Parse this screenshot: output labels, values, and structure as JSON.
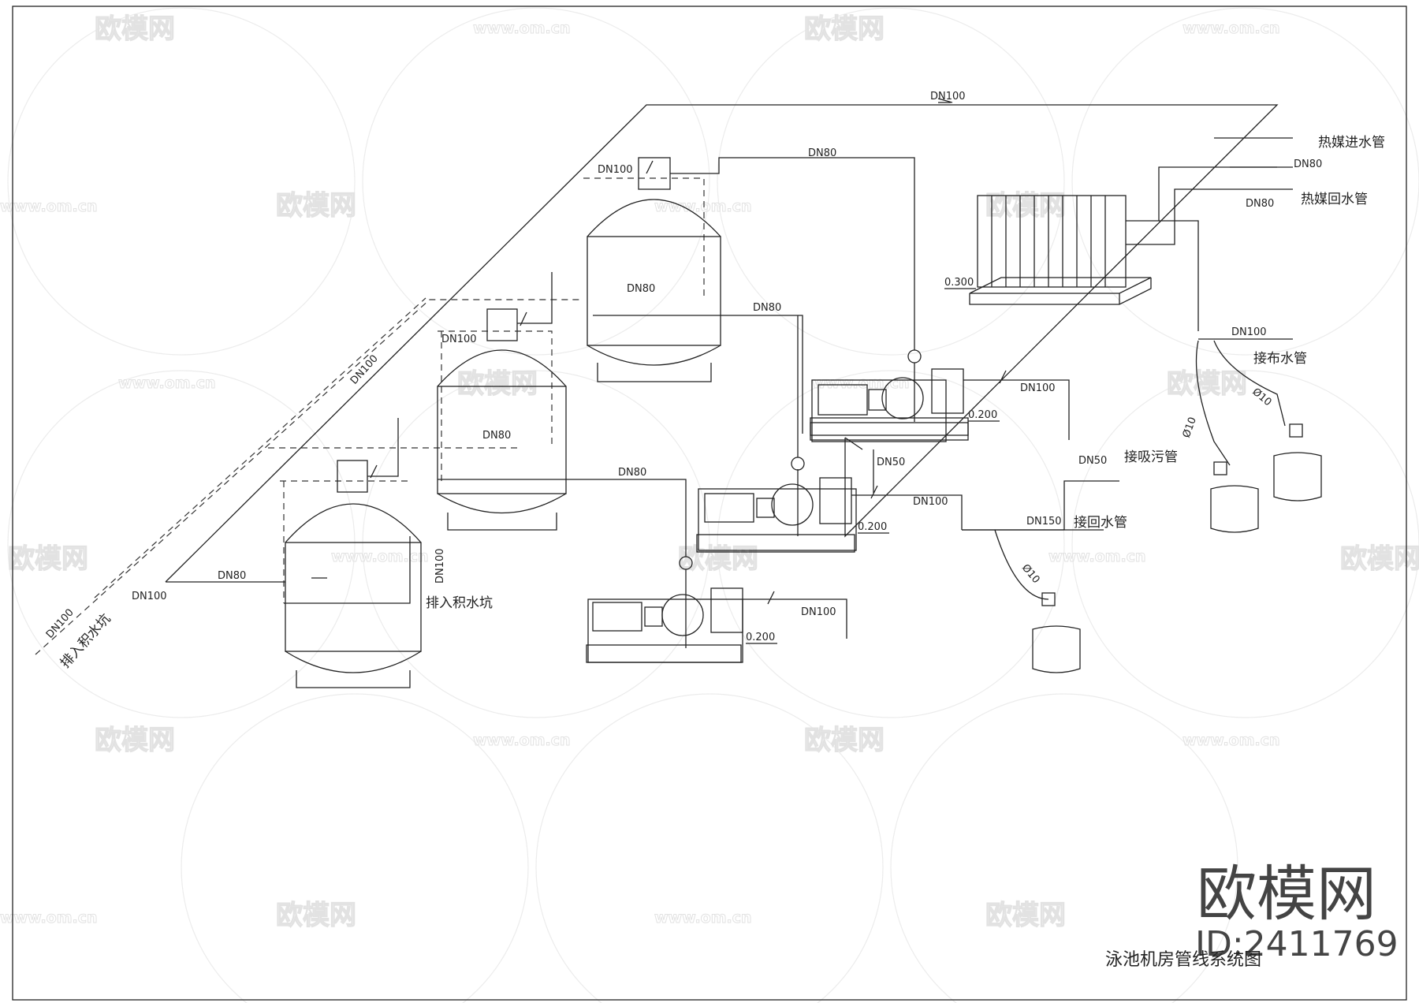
{
  "title": "泳池机房管线系统图",
  "brand": {
    "name": "欧模网",
    "id": "ID:2411769",
    "watermark_text": "欧模网",
    "watermark_url": "www.om.cn"
  },
  "pipe_labels": {
    "dn100_top": "DN100",
    "dn80_top": "DN80",
    "dn100_tank3": "DN100",
    "dn80_tank3_mid": "DN80",
    "dn80_tank3_right": "DN80",
    "dn100_tank2": "DN100",
    "dn80_tank2_mid": "DN80",
    "dn80_tank1_right": "DN80",
    "dn100_diag": "DN100",
    "dn80_bottom": "DN80",
    "dn100_bottom": "DN100",
    "dn100_outlet": "DN100",
    "dn100_vertical": "DN100",
    "dn100_pump3": "DN100",
    "dn50_mid": "DN50",
    "dn100_pump2": "DN100",
    "dn100_pump1": "DN100",
    "dn50_right": "DN50",
    "dn150_right": "DN150",
    "dn80_heat_in": "DN80",
    "dn80_heat_out": "DN80",
    "dn100_right": "DN100",
    "d10_a": "Ø10",
    "d10_b": "Ø10",
    "d10_c": "Ø10"
  },
  "elevations": {
    "pump3": "0.200",
    "pump2": "0.200",
    "pump1": "0.200",
    "heater": "0.300"
  },
  "annotations": {
    "drain_pit_1": "排入积水坑",
    "drain_pit_2": "排入积水坑",
    "suction_pipe": "接吸污管",
    "return_pipe": "接回水管",
    "heat_supply": "热媒进水管",
    "heat_return": "热媒回水管",
    "distribution_pipe": "接布水管"
  }
}
